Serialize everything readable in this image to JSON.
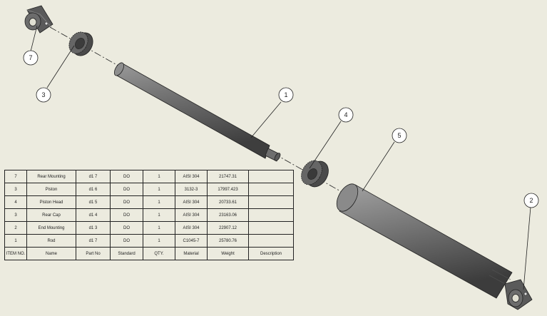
{
  "balloons": [
    {
      "id": "balloon-7",
      "label": "7"
    },
    {
      "id": "balloon-3",
      "label": "3"
    },
    {
      "id": "balloon-1",
      "label": "1"
    },
    {
      "id": "balloon-4",
      "label": "4"
    },
    {
      "id": "balloon-5",
      "label": "5"
    },
    {
      "id": "balloon-2",
      "label": "2"
    }
  ],
  "bom": {
    "header": [
      "ITEM NO.",
      "Name",
      "Part No",
      "Standard",
      "QTY.",
      "Material",
      "Weight",
      "Description"
    ],
    "rows": [
      [
        "7",
        "Rear Mounting",
        "d1 7",
        "DO",
        "1",
        "AISI 304",
        "21747.31",
        ""
      ],
      [
        "3",
        "Piston",
        "d1 6",
        "DO",
        "1",
        "3132-3",
        "17997.423",
        ""
      ],
      [
        "4",
        "Piston Head",
        "d1 5",
        "DO",
        "1",
        "AISI 304",
        "20733.61",
        ""
      ],
      [
        "3",
        "Rear Cap",
        "d1 4",
        "DO",
        "1",
        "AISI 304",
        "23163.06",
        ""
      ],
      [
        "2",
        "End Mounting",
        "d1 3",
        "DO",
        "1",
        "AISI 304",
        "22907.12",
        ""
      ],
      [
        "1",
        "Rod",
        "d1 7",
        "DO",
        "1",
        "C1045-7",
        "25780.76",
        ""
      ]
    ]
  },
  "colors": {
    "background": "#ecebdf",
    "part_fill": "#6a6a6a",
    "part_highlight": "#9a9a9a",
    "part_shadow": "#3a3a3a",
    "line": "#222222"
  }
}
